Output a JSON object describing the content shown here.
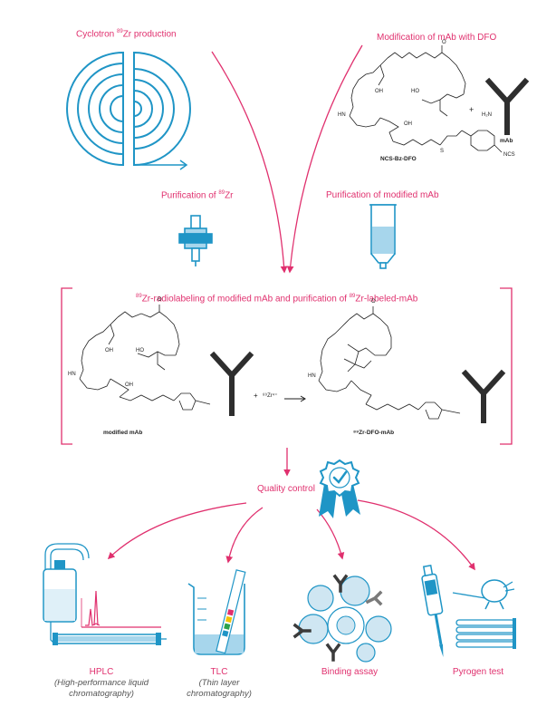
{
  "colors": {
    "accent": "#e0306e",
    "blue": "#1f95c6",
    "lightblue": "#a7d6ec",
    "ink": "#1e1e1e"
  },
  "steps": {
    "cyclotron": {
      "pre": "Cyclotron ",
      "sup": "89",
      "post": "Zr production"
    },
    "modification": "Modification of mAb with DFO",
    "purification_zr": {
      "pre": "Purification of ",
      "sup": "89",
      "post": "Zr"
    },
    "purification_mab": "Purification of modified mAb",
    "radiolabeling": {
      "sup1": "89",
      "part1": "Zr-radiolabeling of modified mAb and purification of ",
      "sup2": "89",
      "part2": "Zr-labeled-mAb"
    },
    "quality_control": "Quality control"
  },
  "chemistry": {
    "ncs_bz_dfo": "NCS-Bz-DFO",
    "mab": "mAb",
    "modified_mab": "modified mAb",
    "zr_dfo_mab": "⁸⁹Zr-DFO-mAb",
    "plus": "+",
    "zr_ion": "⁸⁹Zr⁴⁺",
    "h2n": "H₂N",
    "ncs": "NCS",
    "hn": "HN",
    "oh": "OH",
    "ho": "HO",
    "n": "N",
    "h": "H",
    "o": "O",
    "s": "S"
  },
  "tests": [
    {
      "name": "HPLC",
      "subtitle_lines": [
        "(High-performance liquid",
        "chromatography)"
      ],
      "icon": "hplc-icon"
    },
    {
      "name": "TLC",
      "subtitle_lines": [
        "(Thin layer",
        "chromatography)"
      ],
      "icon": "tlc-icon"
    },
    {
      "name": "Binding assay",
      "subtitle_lines": [],
      "icon": "binding-assay-icon"
    },
    {
      "name": "Pyrogen test",
      "subtitle_lines": [],
      "icon": "pyrogen-test-icon"
    }
  ]
}
